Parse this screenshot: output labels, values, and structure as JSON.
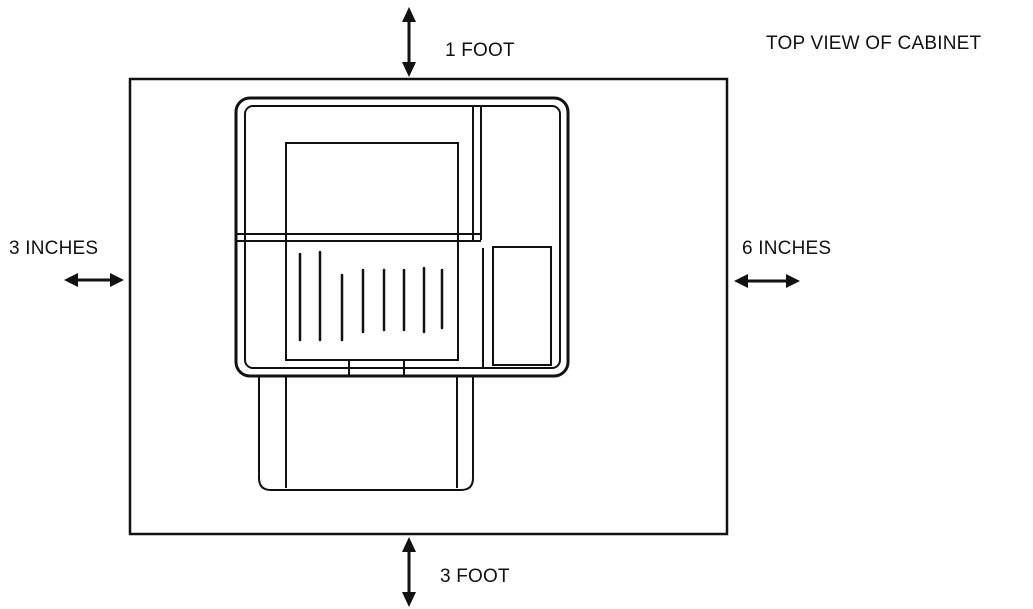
{
  "diagram": {
    "title": "TOP VIEW OF CABINET",
    "clearances": {
      "top": "1 FOOT",
      "left": "3 INCHES",
      "right": "6 INCHES",
      "bottom": "3 FOOT"
    }
  },
  "colors": {
    "line": "#111111",
    "background": "#ffffff"
  }
}
